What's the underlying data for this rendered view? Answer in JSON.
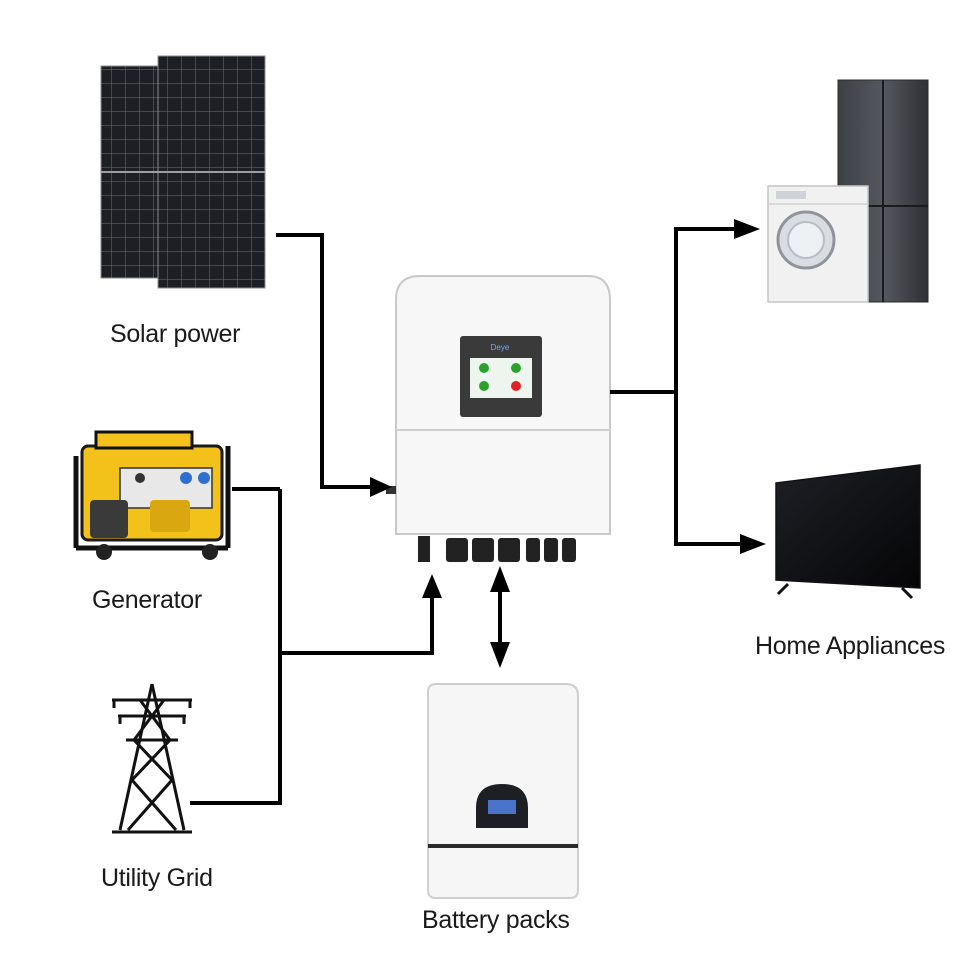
{
  "labels": {
    "solar": "Solar power",
    "generator": "Generator",
    "grid": "Utility Grid",
    "home": "Home Appliances",
    "battery": "Battery packs"
  },
  "devices": {
    "inverter_brand": "Deye"
  },
  "colors": {
    "line": "#000000",
    "panel": "#1b1d22",
    "appliance_white": "#f2f2f2",
    "generator_yellow": "#f2c21b"
  }
}
